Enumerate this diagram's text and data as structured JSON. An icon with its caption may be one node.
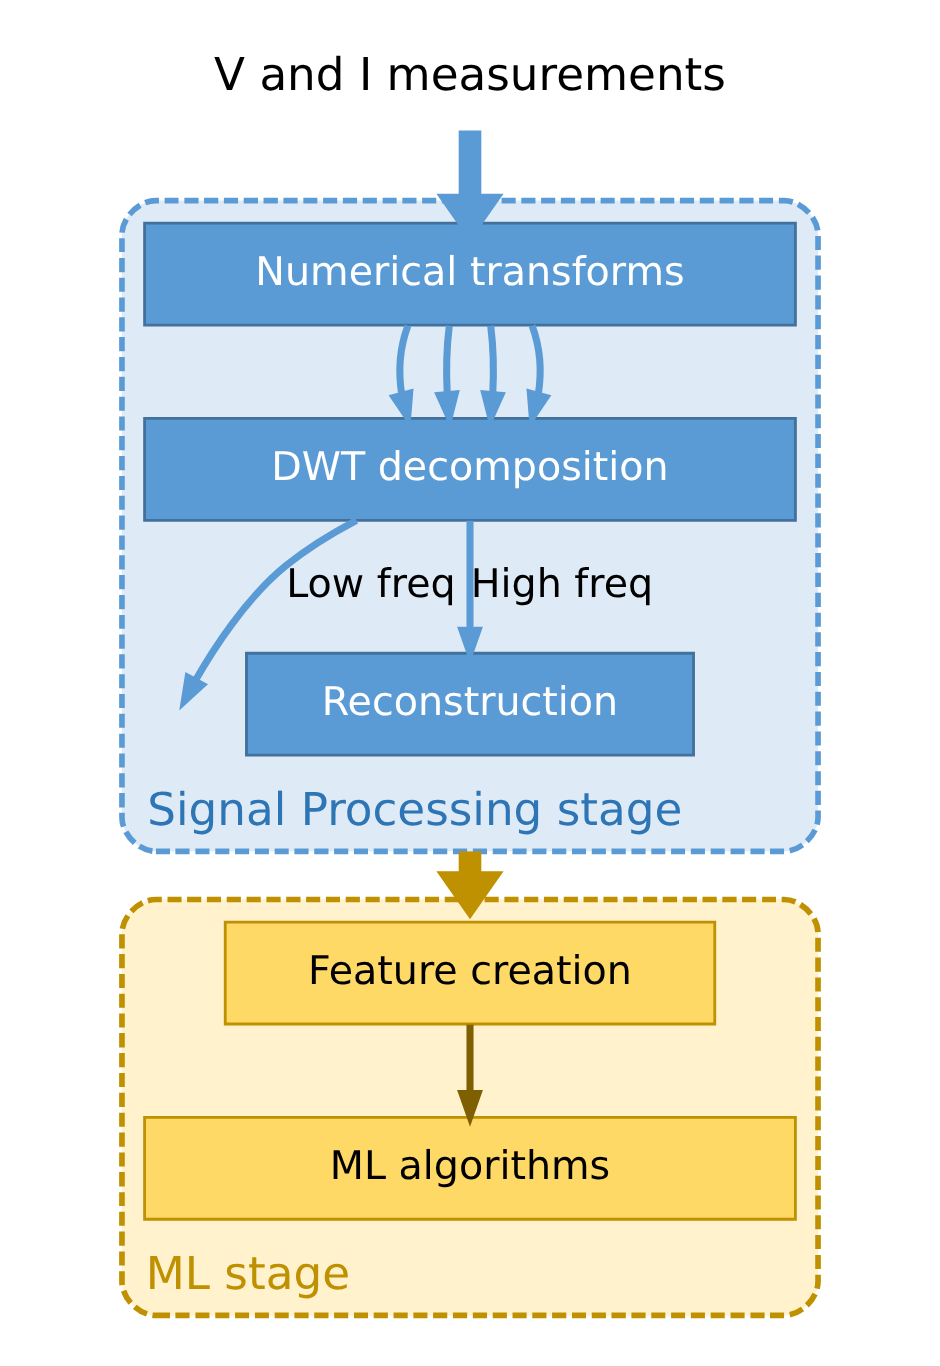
{
  "diagram": {
    "nodes": [
      {
        "text": [
          "V and I measurements"
        ]
      },
      {
        "text": [
          "Signal Processing stage"
        ]
      },
      {
        "text": [
          "Numerical transforms"
        ],
        "in": 1
      },
      {
        "text": [
          "DWT decomposition"
        ],
        "in": 1
      },
      {
        "text": [
          "Reconstruction"
        ],
        "in": 1
      },
      {
        "text": [
          "ML stage"
        ]
      },
      {
        "text": [
          "Feature creation"
        ],
        "in": 5
      },
      {
        "text": [
          "ML algorithms"
        ],
        "in": 5
      }
    ],
    "edges": [
      {
        "from": 0,
        "to": 2,
        "arrow": "to",
        "style": "thick"
      },
      {
        "from": 2,
        "to": 3,
        "arrow": "to"
      },
      {
        "from": 2,
        "to": 3,
        "arrow": "to"
      },
      {
        "from": 2,
        "to": 3,
        "arrow": "to"
      },
      {
        "from": 2,
        "to": 3,
        "arrow": "to"
      },
      {
        "from": 3,
        "to": null,
        "arrow": "to",
        "label": "Low freq"
      },
      {
        "from": 3,
        "to": 4,
        "arrow": "to",
        "label": "High freq"
      },
      {
        "from": 1,
        "to": 5,
        "arrow": "to",
        "style": "thick",
        "color": "#bf9000"
      },
      {
        "from": 6,
        "to": 7,
        "arrow": "to",
        "color": "#7f6000"
      }
    ]
  }
}
